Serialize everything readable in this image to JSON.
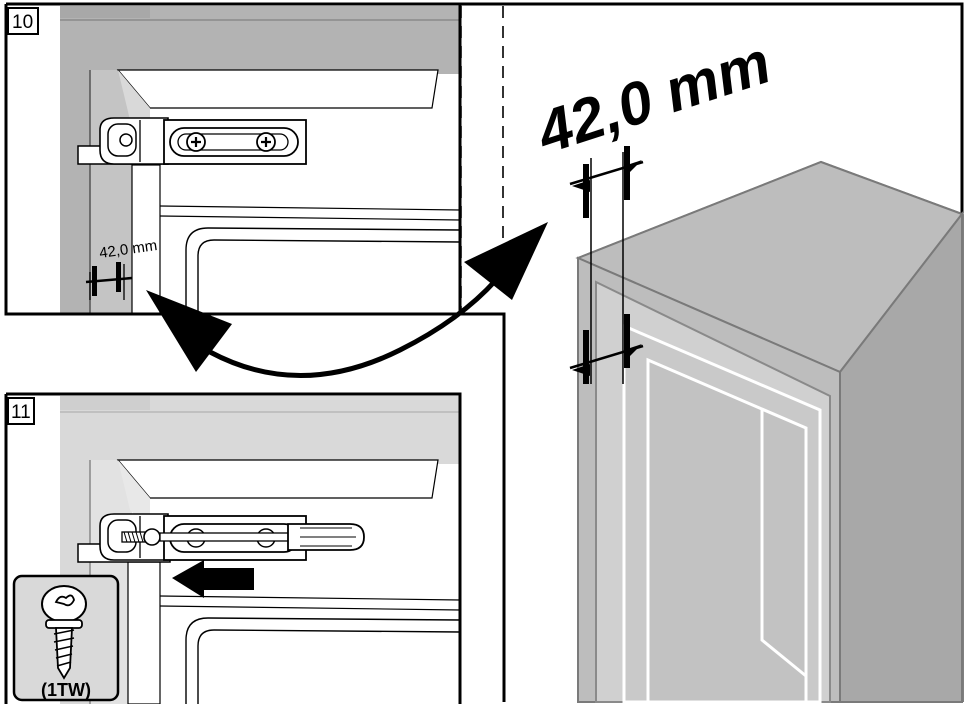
{
  "steps": [
    {
      "number": "10",
      "dimension_label": "42,0 mm"
    },
    {
      "number": "11",
      "screw_label": "(1TW)"
    }
  ],
  "main_view": {
    "dimension_label": "42,0 mm"
  },
  "colors": {
    "line": "#000000",
    "cabinet_gray": "#b3b3b3",
    "panel_light": "#d9d9d9",
    "background": "#ffffff"
  }
}
